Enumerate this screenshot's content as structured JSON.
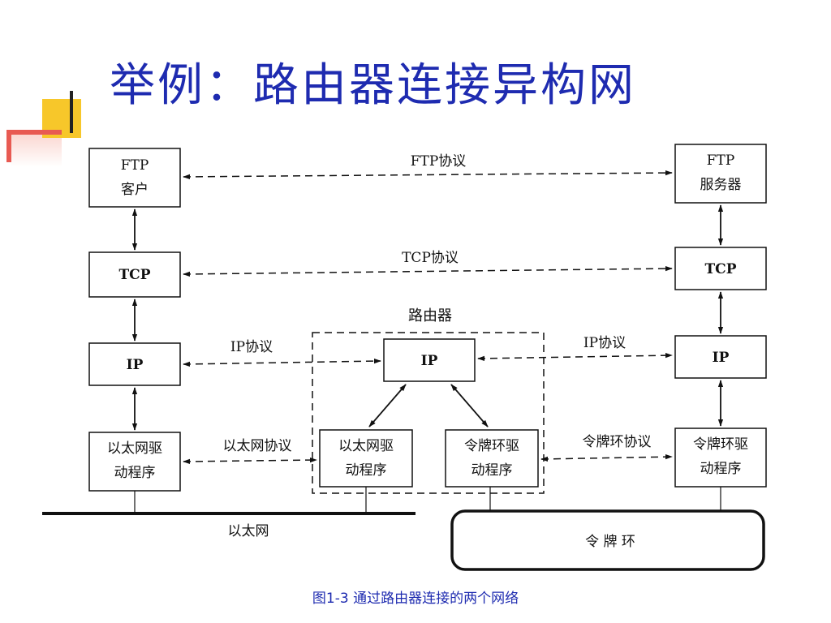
{
  "slide": {
    "title": "举例：路由器连接异构网",
    "caption": "图1-3   通过路由器连接的两个网络"
  },
  "diagram": {
    "left_host": {
      "ftp": [
        "FTP",
        "客户"
      ],
      "tcp": "TCP",
      "ip": "IP",
      "driver": [
        "以太网驱",
        "动程序"
      ]
    },
    "router": {
      "label": "路由器",
      "ip": "IP",
      "eth_driver": [
        "以太网驱",
        "动程序"
      ],
      "tr_driver": [
        "令牌环驱",
        "动程序"
      ]
    },
    "right_host": {
      "ftp": [
        "FTP",
        "服务器"
      ],
      "tcp": "TCP",
      "ip": "IP",
      "driver": [
        "令牌环驱",
        "动程序"
      ]
    },
    "protocols": {
      "ftp": "FTP协议",
      "tcp": "TCP协议",
      "ip_left": "IP协议",
      "ip_right": "IP协议",
      "ethernet": "以太网协议",
      "token_ring": "令牌环协议"
    },
    "networks": {
      "ethernet": "以太网",
      "token_ring": "令 牌 环"
    }
  }
}
